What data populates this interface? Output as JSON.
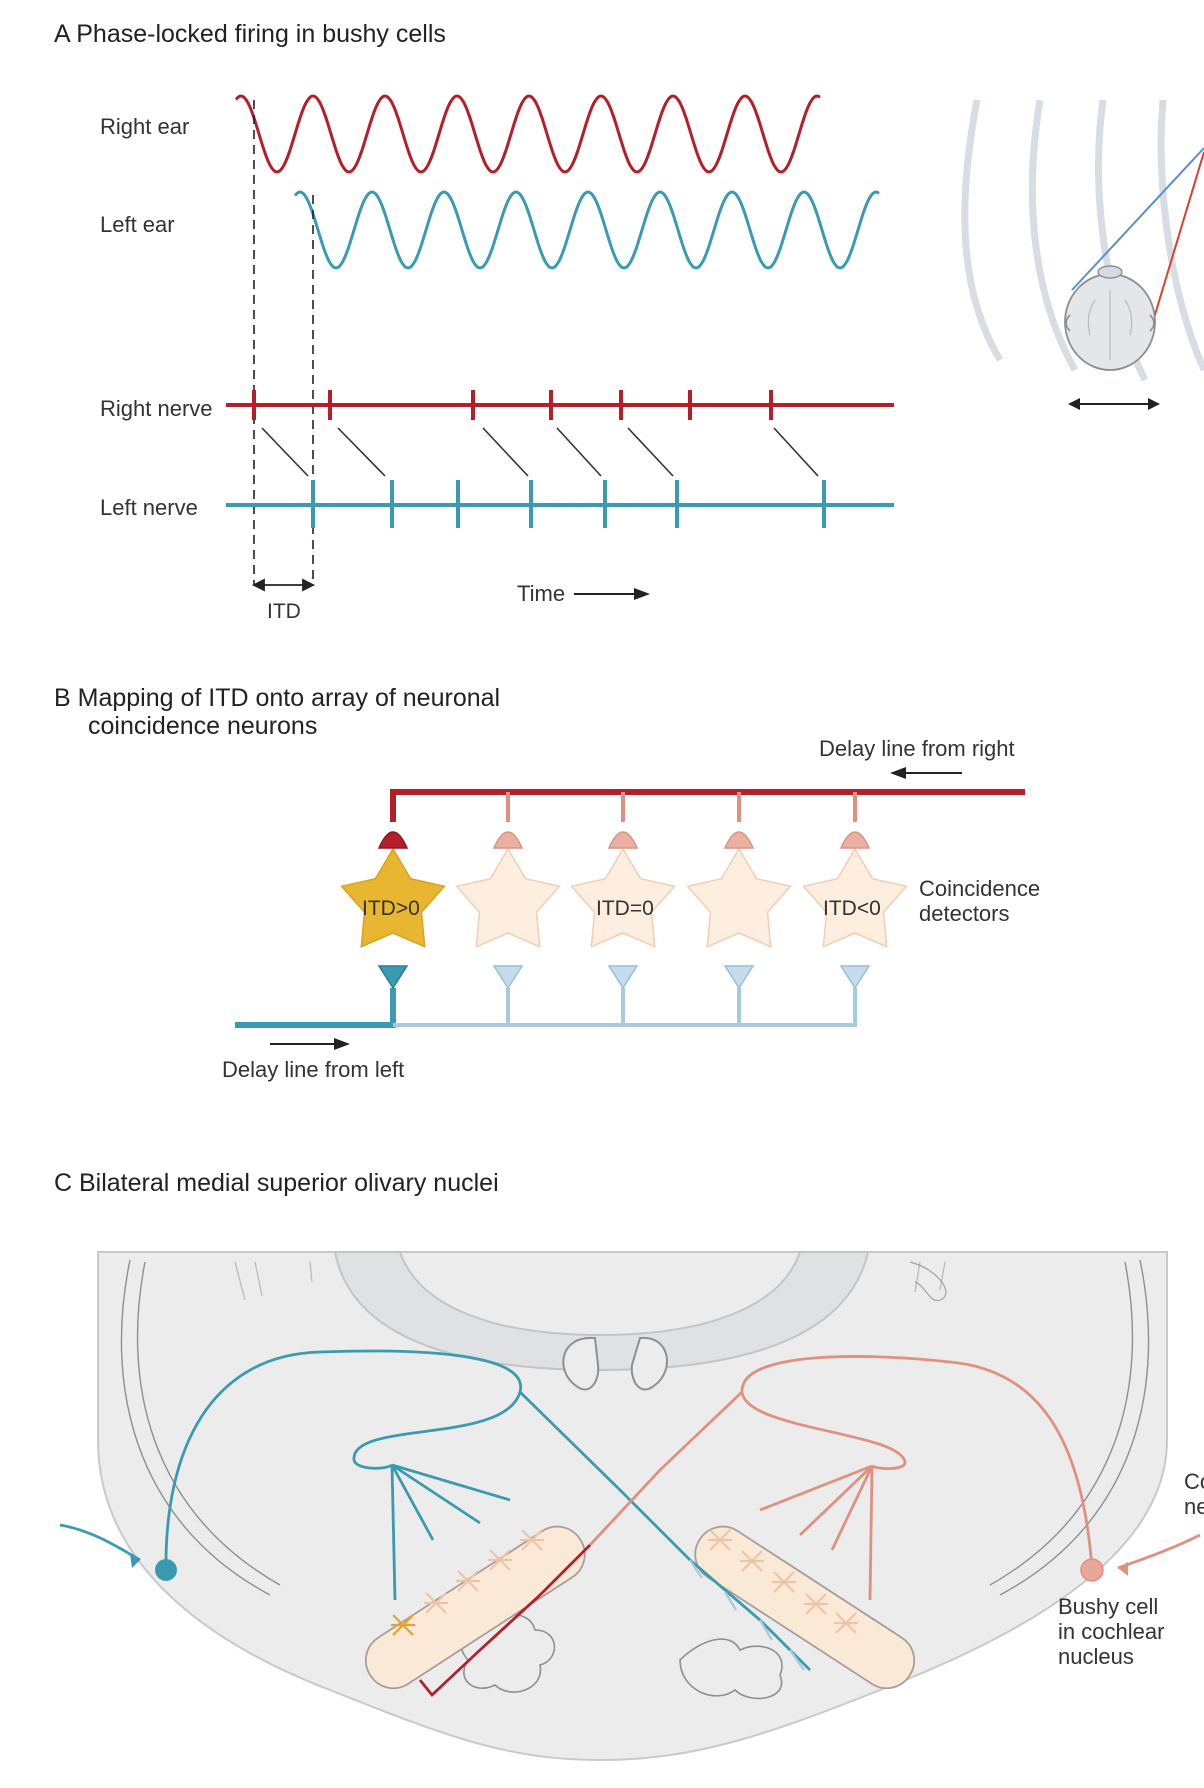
{
  "panel_a": {
    "title": "A  Phase-locked firing in bushy cells",
    "right_ear": "Right ear",
    "left_ear": "Left ear",
    "right_nerve": "Right nerve",
    "left_nerve": "Left nerve",
    "itd": "ITD",
    "time": "Time"
  },
  "panel_b": {
    "title_line1": "B  Mapping of ITD onto array of neuronal",
    "title_line2": "coincidence neurons",
    "delay_right": "Delay line from right",
    "delay_left": "Delay line from left",
    "coincidence_line1": "Coincidence",
    "coincidence_line2": "detectors",
    "itd_gt0": "ITD>0",
    "itd_eq0": "ITD=0",
    "itd_lt0": "ITD<0"
  },
  "panel_c": {
    "title": "C  Bilateral medial superior olivary nuclei",
    "bushy_line1": "Bushy cell",
    "bushy_line2": "in cochlear",
    "bushy_line3": "nucleus",
    "cut_line1": "Co",
    "cut_line2": "ne"
  },
  "colors": {
    "right_red": "#b3202a",
    "left_teal": "#3a9bb0",
    "light_red": "#e8a79a",
    "light_blue": "#a9cfe4",
    "gold": "#e8b630",
    "pale_peach": "#fbe6d6"
  }
}
